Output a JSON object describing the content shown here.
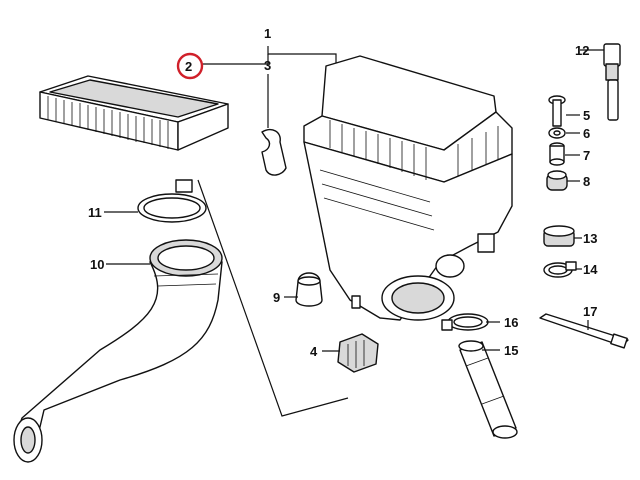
{
  "callouts": {
    "c1": "1",
    "c2": "2",
    "c3": "3",
    "c4": "4",
    "c5": "5",
    "c6": "6",
    "c7": "7",
    "c8": "8",
    "c9": "9",
    "c10": "10",
    "c11": "11",
    "c12": "12",
    "c13": "13",
    "c14": "14",
    "c15": "15",
    "c16": "16",
    "c17": "17"
  },
  "colors": {
    "highlight_ring": "#d0202a",
    "ink": "#111111"
  }
}
